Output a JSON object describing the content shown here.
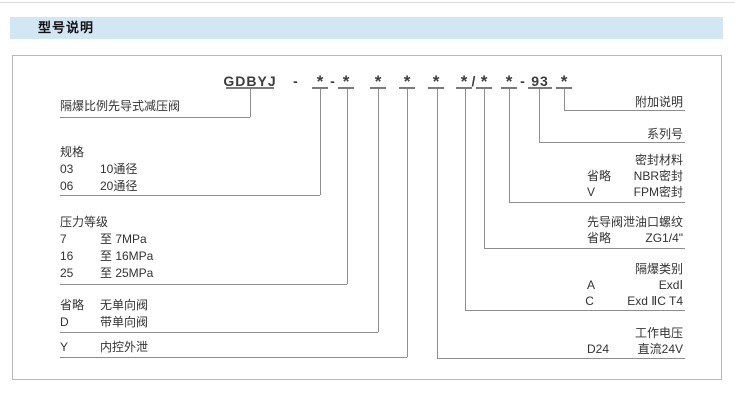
{
  "header": {
    "title": "型号说明"
  },
  "diagram": {
    "code_tokens": [
      "GDBYJ",
      "-",
      "*",
      "-",
      "*",
      "*",
      "*",
      "*",
      "*",
      "/",
      "*",
      "*",
      "-",
      "93",
      "*"
    ],
    "left_sections": [
      {
        "label": "隔爆比例先导式减压阀"
      },
      {
        "title": "规格",
        "rows": [
          {
            "code": "03",
            "desc": "10通径"
          },
          {
            "code": "06",
            "desc": "20通径"
          }
        ]
      },
      {
        "title": "压力等级",
        "rows": [
          {
            "code": "7",
            "desc": "至 7MPa"
          },
          {
            "code": "16",
            "desc": "至 16MPa"
          },
          {
            "code": "25",
            "desc": "至 25MPa"
          }
        ]
      },
      {
        "rows": [
          {
            "code": "省略",
            "desc": "无单向阀"
          },
          {
            "code": "D",
            "desc": "带单向阀"
          }
        ]
      },
      {
        "rows": [
          {
            "code": "Y",
            "desc": "内控外泄"
          }
        ]
      }
    ],
    "right_sections": [
      {
        "title": "附加说明"
      },
      {
        "title": "系列号"
      },
      {
        "title": "密封材料",
        "rows": [
          {
            "code": "省略",
            "desc": "NBR密封"
          },
          {
            "code": "V",
            "desc": "FPM密封"
          }
        ]
      },
      {
        "title": "先导阀泄油口螺纹",
        "rows": [
          {
            "code": "省略",
            "desc": "ZG1/4\""
          }
        ]
      },
      {
        "title": "隔爆类别",
        "rows": [
          {
            "code": "A",
            "desc": "ExdⅠ"
          },
          {
            "code": "C",
            "desc": "Exd ⅡC T4"
          }
        ]
      },
      {
        "title": "工作电压",
        "rows": [
          {
            "code": "D24",
            "desc": "直流24V"
          }
        ]
      }
    ]
  },
  "colors": {
    "header_bg": "#d3e6f4",
    "box_border": "#b8b8b8",
    "line": "#8e8e8e",
    "text": "#333333"
  }
}
